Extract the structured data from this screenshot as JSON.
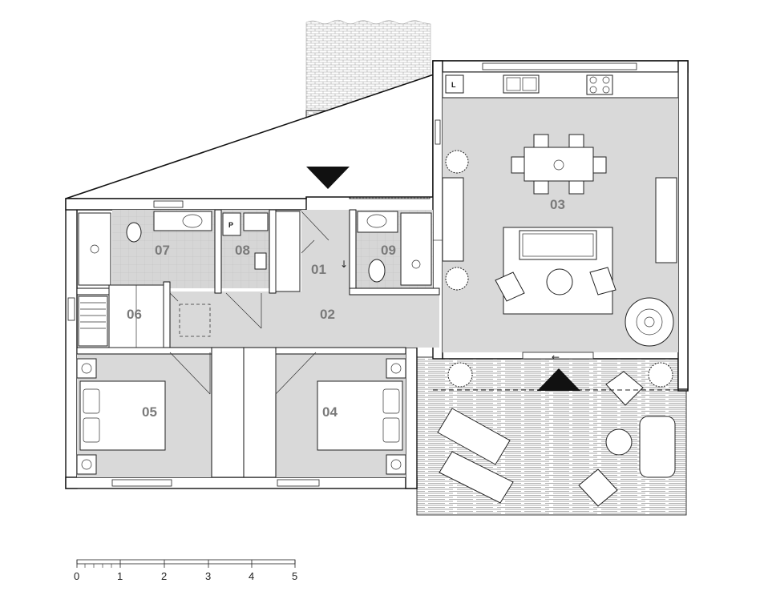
{
  "rooms": [
    {
      "id": "01",
      "label": "01"
    },
    {
      "id": "02",
      "label": "02"
    },
    {
      "id": "03",
      "label": "03"
    },
    {
      "id": "04",
      "label": "04"
    },
    {
      "id": "05",
      "label": "05"
    },
    {
      "id": "06",
      "label": "06"
    },
    {
      "id": "07",
      "label": "07"
    },
    {
      "id": "08",
      "label": "08"
    },
    {
      "id": "09",
      "label": "09"
    }
  ],
  "fixtures": {
    "laundry_label": "L",
    "pantry_label": "P",
    "door_arrow_1": "↓",
    "door_arrow_2": "←"
  },
  "scale_bar": {
    "ticks": [
      "0",
      "1",
      "2",
      "3",
      "4",
      "5"
    ]
  }
}
